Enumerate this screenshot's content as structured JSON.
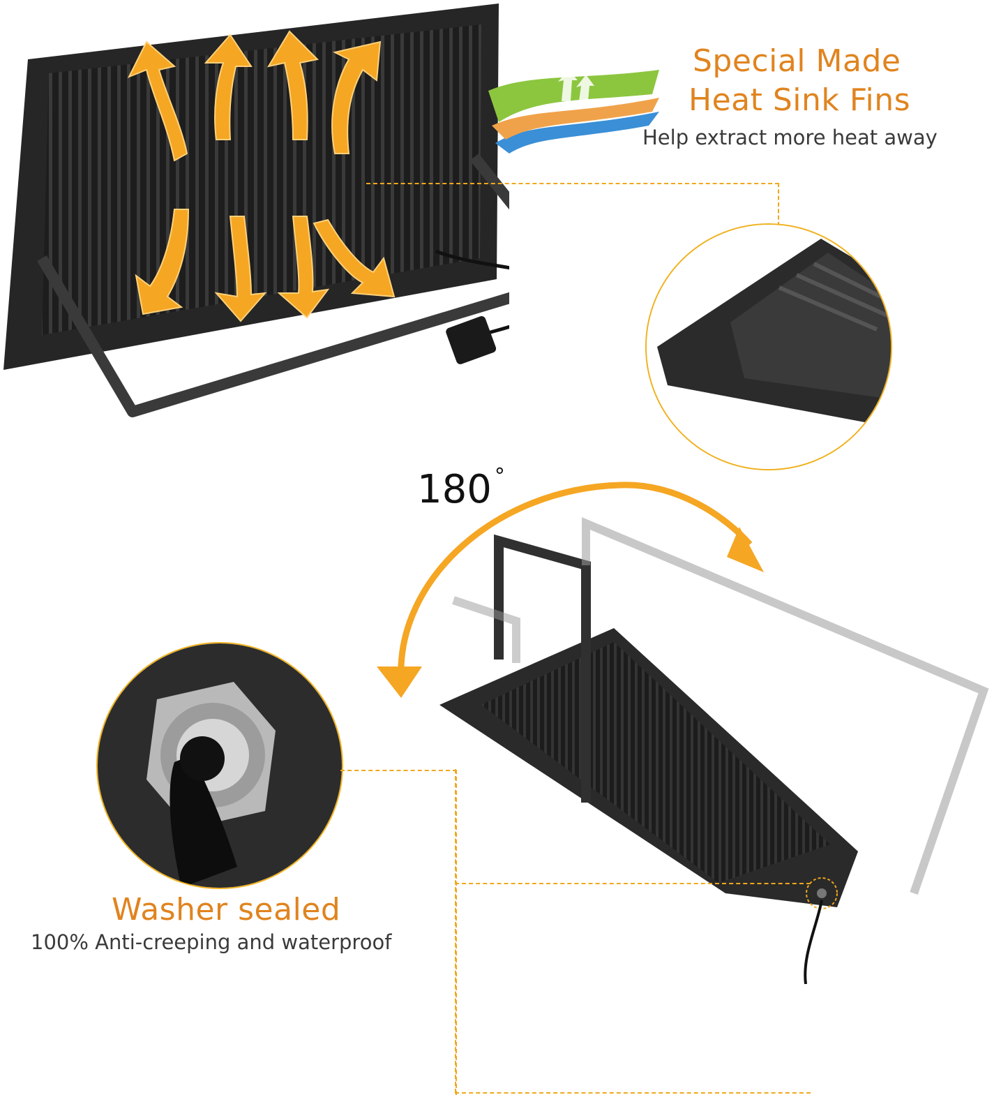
{
  "colors": {
    "accent_orange": "#e0841f",
    "arrow_yellow": "#f5a623",
    "dash_yellow": "#f0a81c",
    "dark_body": "#2a2a2a",
    "text_dark": "#3a3a3a"
  },
  "feature_heat_sink": {
    "title_line1": "Special Made",
    "title_line2": "Heat Sink Fins",
    "subtitle": "Help extract more heat away"
  },
  "feature_rotation": {
    "angle_label": "180",
    "degree_symbol": "°"
  },
  "feature_washer": {
    "title": "Washer sealed",
    "subtitle": "100% Anti-creeping and waterproof"
  }
}
